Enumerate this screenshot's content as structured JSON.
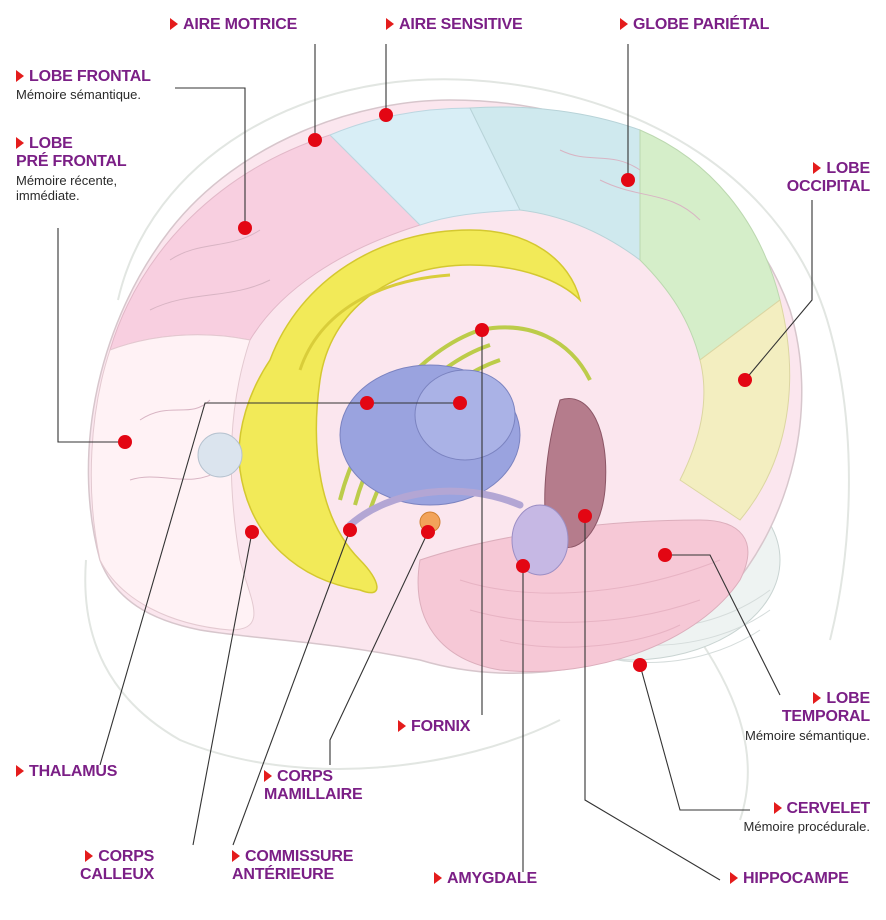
{
  "colors": {
    "label_text": "#7b1f86",
    "arrow": "#e41c1c",
    "dot": "#e30613",
    "frontal_lobe": "#f8cfe0",
    "prefrontal_lobe": "#fbe4ea",
    "motor_area": "#d8eef6",
    "sensory_area": "#cfe9ee",
    "parietal_lobe": "#d5eec9",
    "occipital_lobe": "#f3eec0",
    "temporal_lobe": "#f6c8d6",
    "corpus_callosum": "#f2ea58",
    "fornix": "#bccc4a",
    "thalamus": "#9aa3df",
    "hippocampus": "#b57c8c",
    "amygdala": "#c6b8e4"
  },
  "labels": {
    "aire_motrice": {
      "title": "AIRE MOTRICE"
    },
    "aire_sensitive": {
      "title": "AIRE SENSITIVE"
    },
    "globe_parietal": {
      "title": "GLOBE PARIÉTAL"
    },
    "lobe_frontal": {
      "title": "LOBE FRONTAL",
      "desc": "Mémoire sémantique."
    },
    "lobe_prefrontal": {
      "title_1": "LOBE",
      "title_2": "PRÉ FRONTAL",
      "desc_1": "Mémoire récente,",
      "desc_2": "immédiate."
    },
    "lobe_occipital": {
      "title_1": "LOBE",
      "title_2": "OCCIPITAL"
    },
    "lobe_temporal": {
      "title_1": "LOBE",
      "title_2": "TEMPORAL",
      "desc": "Mémoire sémantique."
    },
    "fornix": {
      "title": "FORNIX"
    },
    "thalamus": {
      "title": "THALAMUS"
    },
    "corps_mamillaire": {
      "title_1": "CORPS",
      "title_2": "MAMILLAIRE"
    },
    "cervelet": {
      "title": "CERVELET",
      "desc": "Mémoire procédurale."
    },
    "corps_calleux": {
      "title_1": "CORPS",
      "title_2": "CALLEUX"
    },
    "commissure": {
      "title_1": "COMMISSURE",
      "title_2": "ANTÉRIEURE"
    },
    "amygdale": {
      "title": "AMYGDALE"
    },
    "hippocampe": {
      "title": "HIPPOCAMPE"
    }
  }
}
